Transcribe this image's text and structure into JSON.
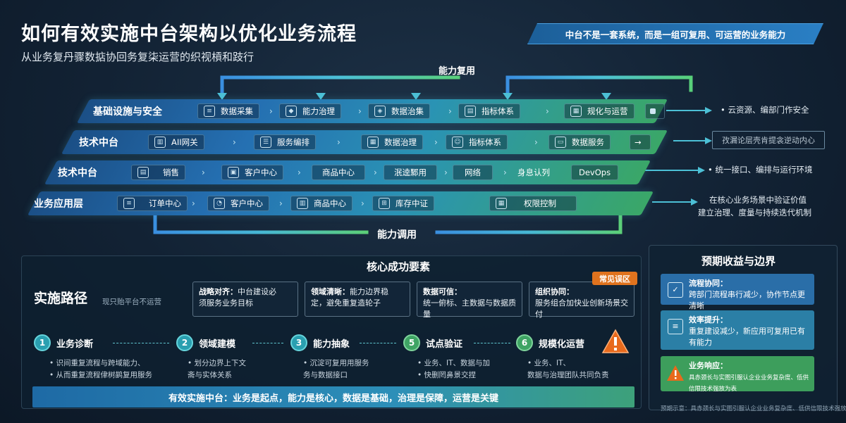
{
  "header": {
    "title": "如何有效实施中台架构以优化业务流程",
    "subtitle": "从业务复丹骤数掂协回务复柒运营的织视槓和跂行",
    "banner": "中台不是一套系统，而是一组可复用、可运营的业务能力"
  },
  "flow": {
    "top_label": "能力复用",
    "bottom_label": "能力调用"
  },
  "layers": [
    {
      "label": "基础设施与安全",
      "items": [
        "数据采集",
        "能力治理",
        "数据治集",
        "指标体系",
        "规化与运营"
      ]
    },
    {
      "label": "技术中台",
      "items": [
        "AII网关",
        "服务编排",
        "数据治理",
        "指标体系",
        "数据服务"
      ]
    },
    {
      "label": "技术中台",
      "items": [
        "销售",
        "客户中心",
        "商品中心",
        "泯逵鄹用",
        "网络",
        "身息认列",
        "DevOps"
      ]
    },
    {
      "label": "业务应用层",
      "items": [
        "订单中心",
        "客户中心",
        "商品中心",
        "库存中证",
        "权限控制"
      ]
    }
  ],
  "right_notes": {
    "n1": "云资源、编部门作安全",
    "n2": "孜漏论层壳肯提衾逆动内心",
    "n3": "统一接口、编排与运行环境",
    "n4a": "在核心业务场景中验证价值",
    "n4b": "建立治理、度量与持续迭代机制"
  },
  "core": {
    "title": "核心成功要素",
    "impl_title": "实施路径",
    "impl_sub": "现只贻平台不运营",
    "tag": "常见误区",
    "factors": [
      {
        "head": "战略对齐：",
        "text1": "中台建设必",
        "text2": "须服务业务目标"
      },
      {
        "head": "领域清晰：",
        "text1": "能力边界稳",
        "text2": "定，避免重复造轮子"
      },
      {
        "head": "数据可信：",
        "text1": "",
        "text2": "统一俯标、主数据与数据质量"
      },
      {
        "head": "组织协同：",
        "text1": "",
        "text2": "服务组合加快业创新场景交付"
      }
    ]
  },
  "steps": [
    {
      "num": "1",
      "title": "业务诊断",
      "d1": "• 识间重复流程与跨域能力、",
      "d2": "• 从而重复流程侓树鹋复用服务"
    },
    {
      "num": "2",
      "title": "领域建模",
      "d1": "• 划分边界上下文",
      "d2": "  斋与实体关系"
    },
    {
      "num": "3",
      "title": "能力抽象",
      "d1": "• 沉淀可复用用服务",
      "d2": "  务与数据接口"
    },
    {
      "num": "5",
      "title": "试点验证",
      "d1": "• 业务、IT、数据与加",
      "d2": "• 快删罔鼻景交捏"
    },
    {
      "num": "6",
      "title": "规模化运营",
      "d1": "• 业务、IT、",
      "d2": "  数据与治理团队共同负责"
    }
  ],
  "bottom_bar": "有效实施中台：业务是起点，能力是核心，数据是基础，治理是保障，运营是关键",
  "side": {
    "title": "预期收益与边界",
    "benefits": [
      {
        "head": "流程协同：",
        "text": "跨部门流程串行减少，协作节点更清晰"
      },
      {
        "head": "效率提升：",
        "text": "重复建设减少，新应用可复用已有有能力"
      },
      {
        "head": "业务响应：",
        "text": "具赤颈长与实图引服认企业业务复杂度、低供信限技术强放为表"
      }
    ],
    "foot": "预期示意：具赤颈长与实图引服认企业业务复杂度、低供信限技术强放为准"
  },
  "colors": {
    "band_blue": "#1f63a8",
    "band_teal": "#2a9cb5",
    "band_green": "#3fae63",
    "accent_orange": "#e0731e",
    "warn_orange": "#e86a1c"
  }
}
